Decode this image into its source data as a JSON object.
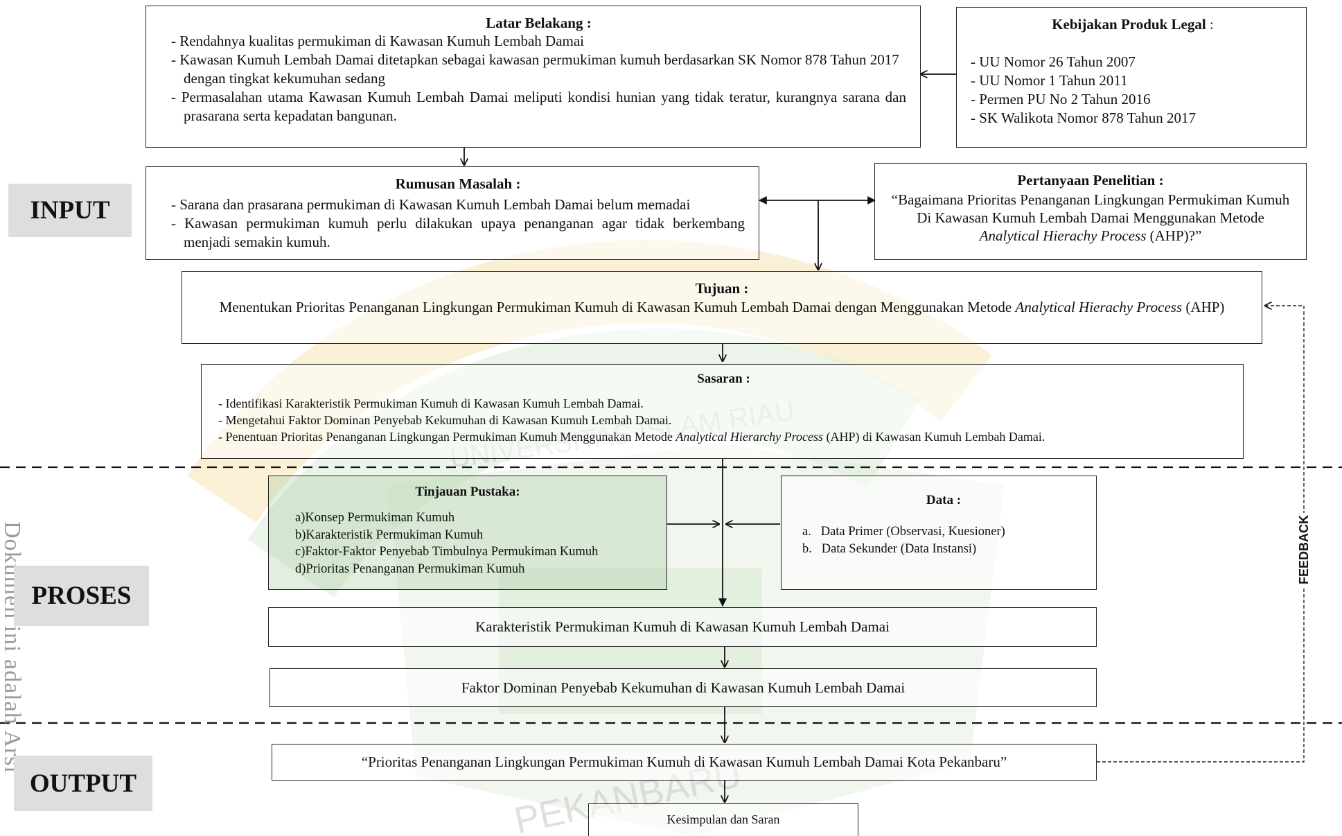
{
  "watermark": {
    "top": "UNIVERSITAS ISLAM RIAU",
    "bottom": "PEKANBARU"
  },
  "side_text": "Dokumen ini adalah Arsi",
  "stages": {
    "input": "INPUT",
    "proses": "PROSES",
    "output": "OUTPUT"
  },
  "feedback_label": "FEEDBACK",
  "latar": {
    "title": "Latar Belakang :",
    "items": [
      "Rendahnya kualitas permukiman di Kawasan Kumuh Lembah Damai",
      "Kawasan Kumuh Lembah Damai ditetapkan sebagai kawasan permukiman kumuh berdasarkan SK Nomor 878 Tahun 2017 dengan tingkat kekumuhan sedang",
      "Permasalahan utama Kawasan Kumuh Lembah Damai meliputi kondisi hunian yang tidak teratur, kurangnya sarana dan prasarana serta kepadatan bangunan."
    ]
  },
  "kebijakan": {
    "title": "Kebijakan Produk Legal",
    "title_suffix": " :",
    "items": [
      "UU Nomor 26 Tahun 2007",
      "UU Nomor 1  Tahun 2011",
      "Permen PU No 2 Tahun 2016",
      "SK Walikota Nomor 878 Tahun 2017"
    ]
  },
  "rumusan": {
    "title": "Rumusan Masalah :",
    "items": [
      "Sarana dan prasarana permukiman di Kawasan Kumuh Lembah Damai belum memadai",
      "Kawasan permukiman kumuh perlu dilakukan upaya  penanganan agar tidak berkembang menjadi semakin kumuh."
    ]
  },
  "pertanyaan": {
    "title": "Pertanyaan Penelitian :",
    "text_before": "“Bagaimana Prioritas Penanganan Lingkungan Permukiman Kumuh Di Kawasan Kumuh Lembah Damai Menggunakan Metode ",
    "text_italic": "Analytical Hierachy Process",
    "text_after": " (AHP)?”"
  },
  "tujuan": {
    "title": "Tujuan :",
    "text_before": "Menentukan Prioritas Penanganan Lingkungan Permukiman Kumuh di Kawasan Kumuh Lembah Damai dengan Menggunakan Metode ",
    "text_italic": "Analytical Hierachy Process",
    "text_after": " (AHP)"
  },
  "sasaran": {
    "title": "Sasaran :",
    "items": [
      "Identifikasi Karakteristik Permukiman Kumuh di Kawasan Kumuh Lembah Damai.",
      "Mengetahui Faktor Dominan Penyebab Kekumuhan di Kawasan Kumuh Lembah Damai."
    ],
    "item3_before": "Penentuan Prioritas Penanganan Lingkungan Permukiman Kumuh Menggunakan Metode ",
    "item3_italic": "Analytical Hierarchy Process",
    "item3_after": " (AHP) di Kawasan Kumuh Lembah Damai."
  },
  "tinjauan": {
    "title": "Tinjauan Pustaka:",
    "items": [
      "a)Konsep Permukiman Kumuh",
      "b)Karakteristik Permukiman Kumuh",
      "c)Faktor-Faktor Penyebab Timbulnya Permukiman Kumuh",
      "d)Prioritas Penanganan Permukiman Kumuh"
    ]
  },
  "data": {
    "title": "Data :",
    "items": [
      "a.   Data Primer (Observasi, Kuesioner)",
      "b.   Data Sekunder (Data Instansi)"
    ]
  },
  "karakteristik": "Karakteristik Permukiman Kumuh di Kawasan Kumuh Lembah Damai",
  "faktor": "Faktor Dominan Penyebab Kekumuhan di Kawasan Kumuh Lembah Damai",
  "prioritas": "“Prioritas Penanganan Lingkungan Permukiman Kumuh di Kawasan Kumuh Lembah Damai Kota Pekanbaru”",
  "kesimpulan": "Kesimpulan dan Saran"
}
